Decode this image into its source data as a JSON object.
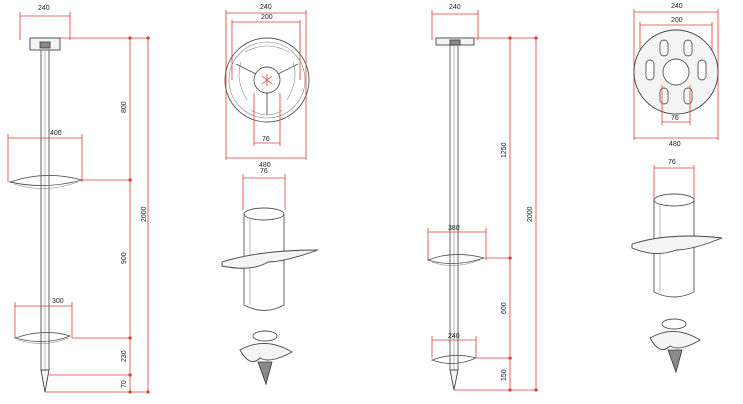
{
  "pile1": {
    "top_width": "240",
    "helix_upper": "400",
    "helix_lower": "300",
    "seg_top": "800",
    "seg_mid": "900",
    "seg_low": "230",
    "seg_tip": "70",
    "total": "2000"
  },
  "plate1": {
    "outer": "240",
    "inner": "200",
    "pipe": "76",
    "base": "480"
  },
  "pipe1": {
    "diameter": "76"
  },
  "pile2": {
    "top_width": "240",
    "helix_upper": "380",
    "helix_lower": "240",
    "seg_top": "1250",
    "seg_mid": "600",
    "seg_tip": "150",
    "total": "2000"
  },
  "plate2": {
    "outer": "240",
    "inner": "200",
    "pipe": "76",
    "base": "480"
  },
  "pipe2": {
    "diameter": "76"
  }
}
